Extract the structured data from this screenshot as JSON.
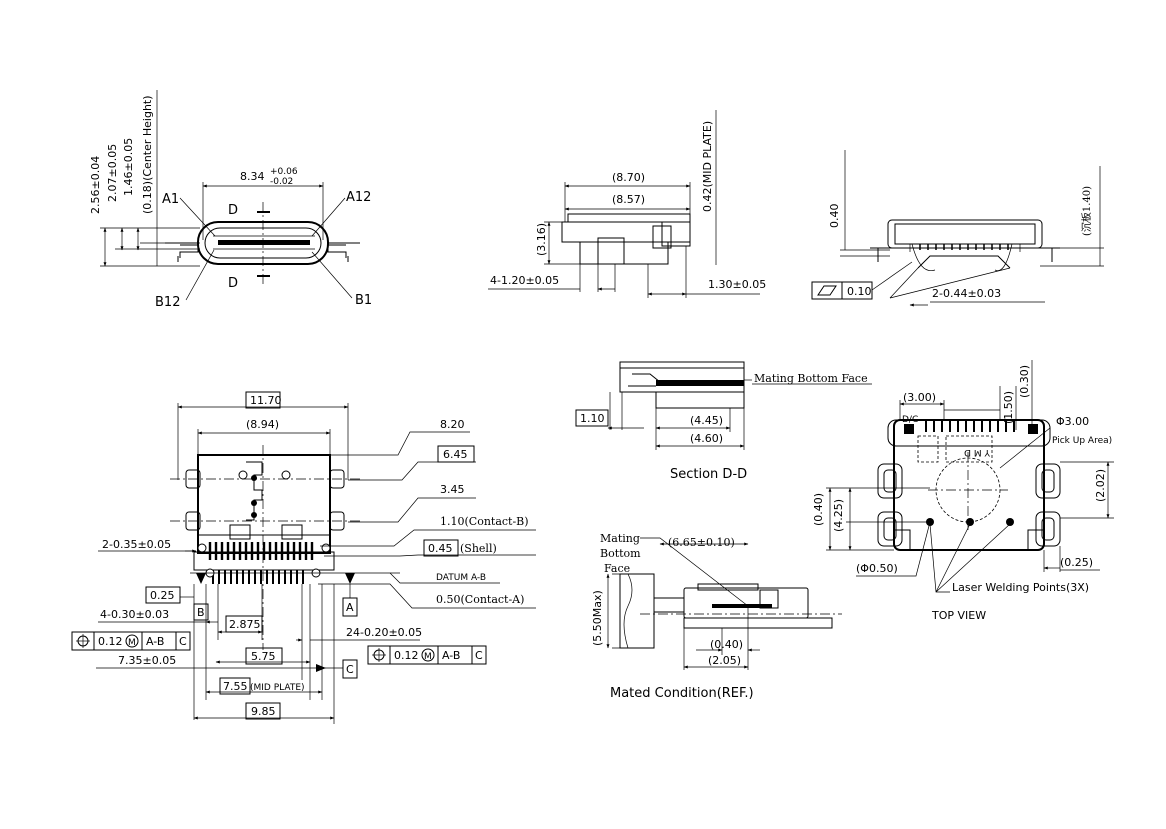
{
  "front_view": {
    "height_total": "2.56±0.04",
    "height_mid": "2.07±0.05",
    "height_low": "1.46±0.05",
    "center_height": "(0.18)(Center Height)",
    "width_base": "8.34",
    "width_tol_plus": "+0.06",
    "width_tol_minus": "-0.02",
    "pin_a1": "A1",
    "pin_a12": "A12",
    "pin_b12": "B12",
    "pin_b1": "B1",
    "section_top": "D",
    "section_bottom": "D"
  },
  "side_view": {
    "dim_870": "(8.70)",
    "dim_857": "(8.57)",
    "mid_plate": "0.42(MID PLATE)",
    "dim_316": "(3.16)",
    "pegs": "4-1.20±0.05",
    "dim_130": "1.30±0.05"
  },
  "rear_view": {
    "dim_040": "0.40",
    "board": "(沉板1.40)",
    "flatness": "0.10",
    "pitch": "2-0.44±0.03"
  },
  "footprint": {
    "d_1170": "11.70",
    "d_894": "(8.94)",
    "d_820": "8.20",
    "d_645": "6.45",
    "d_345": "3.45",
    "d_contact_b": "1.10(Contact-B)",
    "d_shell_box": "0.45",
    "d_shell": "(Shell)",
    "d_035": "2-0.35±0.05",
    "datum_ab": "DATUM A-B",
    "d_contact_a": "0.50(Contact-A)",
    "d_025": "0.25",
    "datum_a": "A",
    "datum_b": "B",
    "datum_c": "C",
    "d_030": "4-0.30±0.03",
    "d_2875": "2.875",
    "d_020": "24-0.20±0.05",
    "tol_value": "0.12",
    "tol_m": "M",
    "tol_ab": "A-B",
    "tol_c": "C",
    "d_735": "7.35±0.05",
    "d_575": "5.75",
    "d_755": "7.55",
    "d_755_note": "(MID PLATE)",
    "d_985": "9.85"
  },
  "section_dd": {
    "mating_face": "Mating Bottom Face",
    "d_110": "1.10",
    "d_445": "(4.45)",
    "d_460": "(4.60)",
    "title": "Section D-D"
  },
  "mated": {
    "label_line1": "Mating",
    "label_line2": "Bottom",
    "label_line3": "Face",
    "d_665": "(6.65±0.10)",
    "d_550": "(5.50Max)",
    "d_040": "(0.40)",
    "d_205": "(2.05)",
    "title": "Mated Condition(REF.)"
  },
  "top_view": {
    "d_300": "(3.00)",
    "d_150": "(1.50)",
    "d_030": "(0.30)",
    "dia_300": "Φ3.00",
    "pick_up": "Pick Up Area)",
    "dc": "D/C",
    "ymd": "Y M D",
    "d_202": "(2.02)",
    "d_040": "(0.40)",
    "d_425": "(4.25)",
    "d_025": "(0.25)",
    "dia_050": "(Φ0.50)",
    "laser": "Laser Welding Points(3X)",
    "title": "TOP VIEW"
  }
}
